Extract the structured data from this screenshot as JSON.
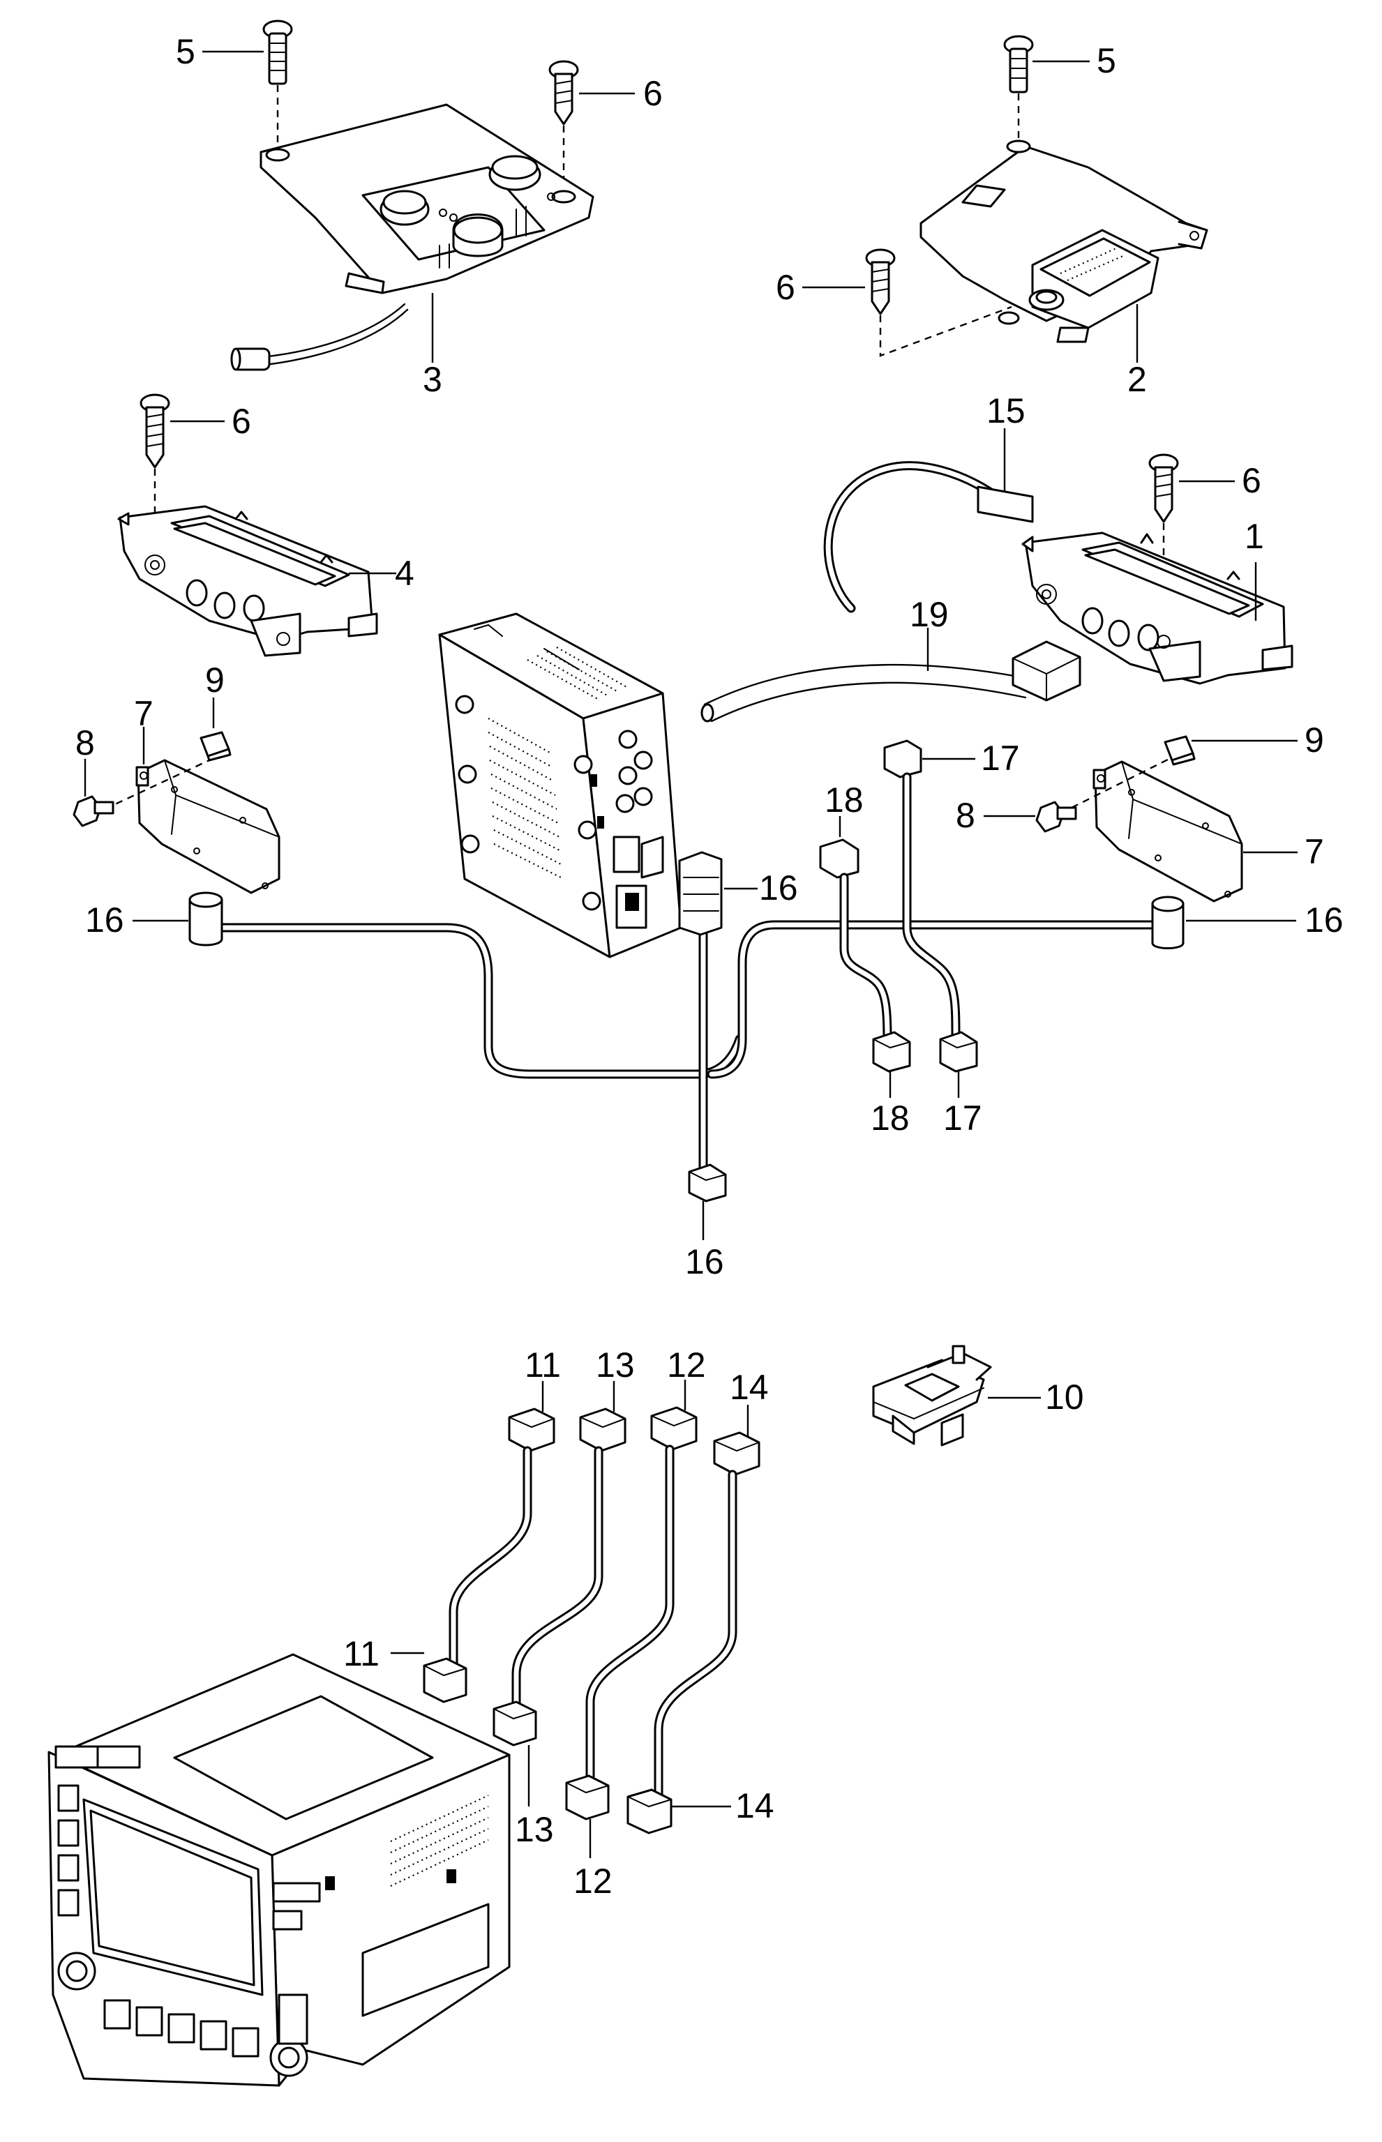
{
  "diagram": {
    "callouts": {
      "c1": "1",
      "c2": "2",
      "c3": "3",
      "c4": "4",
      "c5a": "5",
      "c5b": "5",
      "c6a": "6",
      "c6b": "6",
      "c6c": "6",
      "c6d": "6",
      "c7a": "7",
      "c7b": "7",
      "c8a": "8",
      "c8b": "8",
      "c9a": "9",
      "c9b": "9",
      "c10": "10",
      "c11a": "11",
      "c11b": "11",
      "c12a": "12",
      "c12b": "12",
      "c13a": "13",
      "c13b": "13",
      "c14a": "14",
      "c14b": "14",
      "c15": "15",
      "c16a": "16",
      "c16b": "16",
      "c16c": "16",
      "c16d": "16",
      "c17a": "17",
      "c17b": "17",
      "c18a": "18",
      "c18b": "18",
      "c19": "19"
    }
  }
}
